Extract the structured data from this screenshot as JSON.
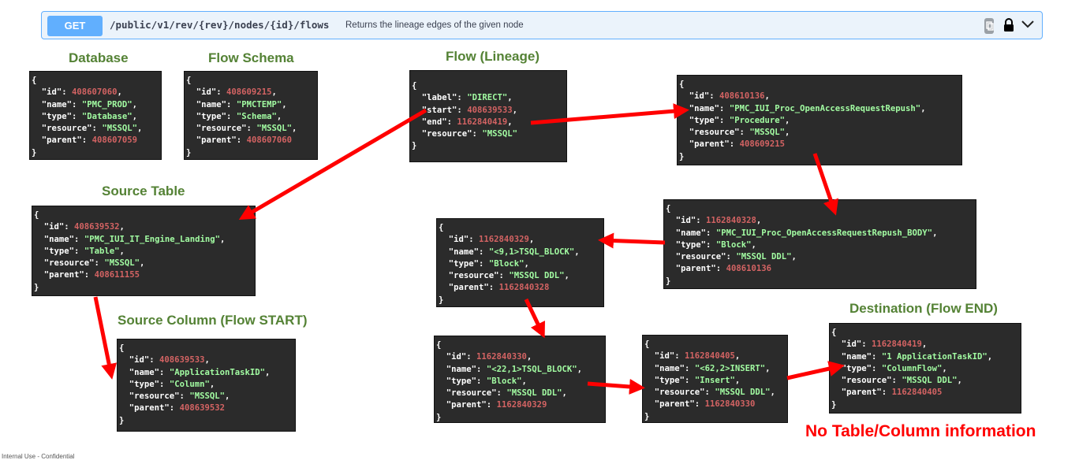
{
  "api": {
    "method": "GET",
    "path": "/public/v1/rev/{rev}/nodes/{id}/flows",
    "description": "Returns the lineage edges of the given node",
    "icons": [
      "copy-icon",
      "lock-icon",
      "chevron-down-icon"
    ]
  },
  "titles": {
    "database": "Database",
    "flow_schema": "Flow Schema",
    "flow_lineage": "Flow (Lineage)",
    "source_table": "Source Table",
    "source_column": "Source Column (Flow START)",
    "destination": "Destination (Flow END)"
  },
  "nodes": {
    "database": {
      "id": "408607060",
      "name": "\"PMC_PROD\"",
      "type": "\"Database\"",
      "resource": "\"MSSQL\"",
      "parent": "408607059"
    },
    "flow_schema": {
      "id": "408609215",
      "name": "\"PMCTEMP\"",
      "type": "\"Schema\"",
      "resource": "\"MSSQL\"",
      "parent": "408607060"
    },
    "flow": {
      "label": "\"DIRECT\"",
      "start": "408639533",
      "end": "1162840419",
      "resource": "\"MSSQL\""
    },
    "procedure": {
      "id": "408610136",
      "name": "\"PMC_IUI_Proc_OpenAccessRequestRepush\"",
      "type": "\"Procedure\"",
      "resource": "\"MSSQL\"",
      "parent": "408609215"
    },
    "source_table": {
      "id": "408639532",
      "name": "\"PMC_IUI_IT_Engine_Landing\"",
      "type": "\"Table\"",
      "resource": "\"MSSQL\"",
      "parent": "408611155"
    },
    "body": {
      "id": "1162840328",
      "name": "\"PMC_IUI_Proc_OpenAccessRequestRepush_BODY\"",
      "type": "\"Block\"",
      "resource": "\"MSSQL DDL\"",
      "parent": "408610136"
    },
    "block1": {
      "id": "1162840329",
      "name": "\"<9,1>TSQL_BLOCK\"",
      "type": "\"Block\"",
      "resource": "\"MSSQL DDL\"",
      "parent": "1162840328"
    },
    "source_column": {
      "id": "408639533",
      "name": "\"ApplicationTaskID\"",
      "type": "\"Column\"",
      "resource": "\"MSSQL\"",
      "parent": "408639532"
    },
    "block2": {
      "id": "1162840330",
      "name": "\"<22,1>TSQL_BLOCK\"",
      "type": "\"Block\"",
      "resource": "\"MSSQL DDL\"",
      "parent": "1162840329"
    },
    "insert": {
      "id": "1162840405",
      "name": "\"<62,2>INSERT\"",
      "type": "\"Insert\"",
      "resource": "\"MSSQL DDL\"",
      "parent": "1162840330"
    },
    "destination": {
      "id": "1162840419",
      "name": "\"1 ApplicationTaskID\"",
      "type": "\"ColumnFlow\"",
      "resource": "\"MSSQL DDL\"",
      "parent": "1162840405"
    }
  },
  "note": "No Table/Column information",
  "footer": "Internal Use - Confidential",
  "colors": {
    "title_green": "#548235",
    "string": "#a2fca2",
    "number": "#d36363",
    "arrow": "#ff0000",
    "get_blue": "#61affe"
  }
}
